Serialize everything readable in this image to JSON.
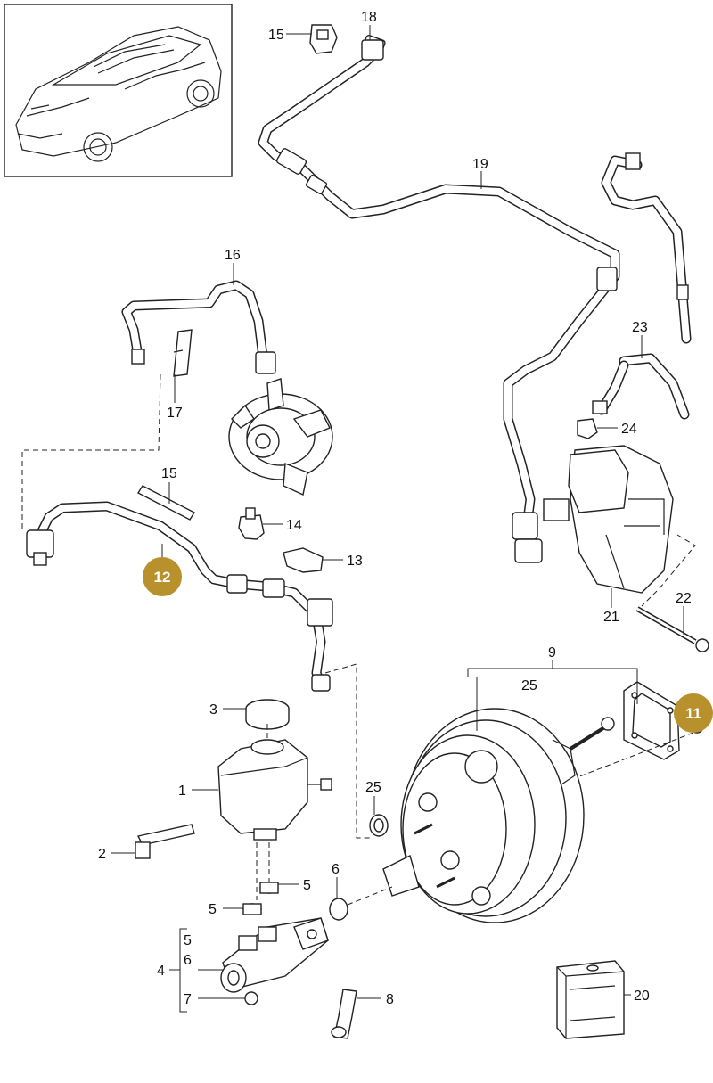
{
  "callouts": {
    "c1": "1",
    "c2": "2",
    "c3": "3",
    "c4": "4",
    "c5a": "5",
    "c5b": "5",
    "c5c": "5",
    "c6a": "6",
    "c6b": "6",
    "c7": "7",
    "c8": "8",
    "c9": "9",
    "c11": "11",
    "c12": "12",
    "c13": "13",
    "c14": "14",
    "c15a": "15",
    "c15b": "15",
    "c16": "16",
    "c17": "17",
    "c18": "18",
    "c19": "19",
    "c20": "20",
    "c21": "21",
    "c22": "22",
    "c23": "23",
    "c24": "24",
    "c25a": "25",
    "c25b": "25"
  },
  "badges": {
    "b11": "11",
    "b12": "12"
  },
  "colors": {
    "badge": "#b8902c",
    "line": "#222222"
  }
}
